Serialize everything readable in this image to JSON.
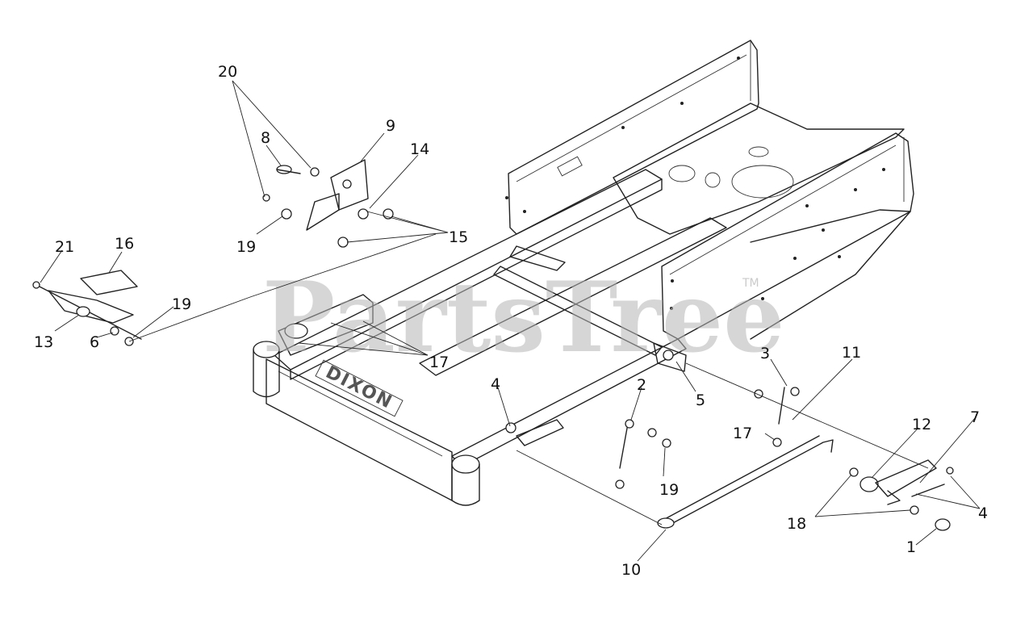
{
  "diagram": {
    "watermark": "PartsTree",
    "trademark": "TM",
    "frame_badge": "DIXON",
    "callouts": [
      {
        "id": "c20",
        "label": "20"
      },
      {
        "id": "c8",
        "label": "8"
      },
      {
        "id": "c9",
        "label": "9"
      },
      {
        "id": "c14",
        "label": "14"
      },
      {
        "id": "c19a",
        "label": "19"
      },
      {
        "id": "c15",
        "label": "15"
      },
      {
        "id": "c21",
        "label": "21"
      },
      {
        "id": "c16",
        "label": "16"
      },
      {
        "id": "c19b",
        "label": "19"
      },
      {
        "id": "c13",
        "label": "13"
      },
      {
        "id": "c6",
        "label": "6"
      },
      {
        "id": "c17a",
        "label": "17"
      },
      {
        "id": "c4a",
        "label": "4"
      },
      {
        "id": "c2",
        "label": "2"
      },
      {
        "id": "c5",
        "label": "5"
      },
      {
        "id": "c3",
        "label": "3"
      },
      {
        "id": "c11",
        "label": "11"
      },
      {
        "id": "c17b",
        "label": "17"
      },
      {
        "id": "c19c",
        "label": "19"
      },
      {
        "id": "c12",
        "label": "12"
      },
      {
        "id": "c7",
        "label": "7"
      },
      {
        "id": "c18",
        "label": "18"
      },
      {
        "id": "c4b",
        "label": "4"
      },
      {
        "id": "c1",
        "label": "1"
      },
      {
        "id": "c10",
        "label": "10"
      }
    ]
  }
}
